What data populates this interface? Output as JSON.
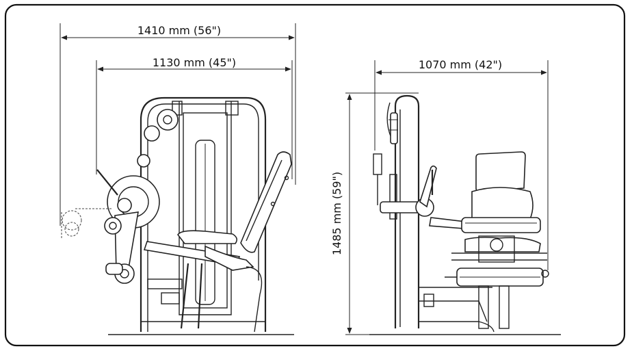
{
  "dimensions": {
    "overall_width": "1410 mm (56\")",
    "frame_width": "1130 mm (45\")",
    "depth": "1070 mm (42\")",
    "height": "1485 mm (59\")"
  }
}
